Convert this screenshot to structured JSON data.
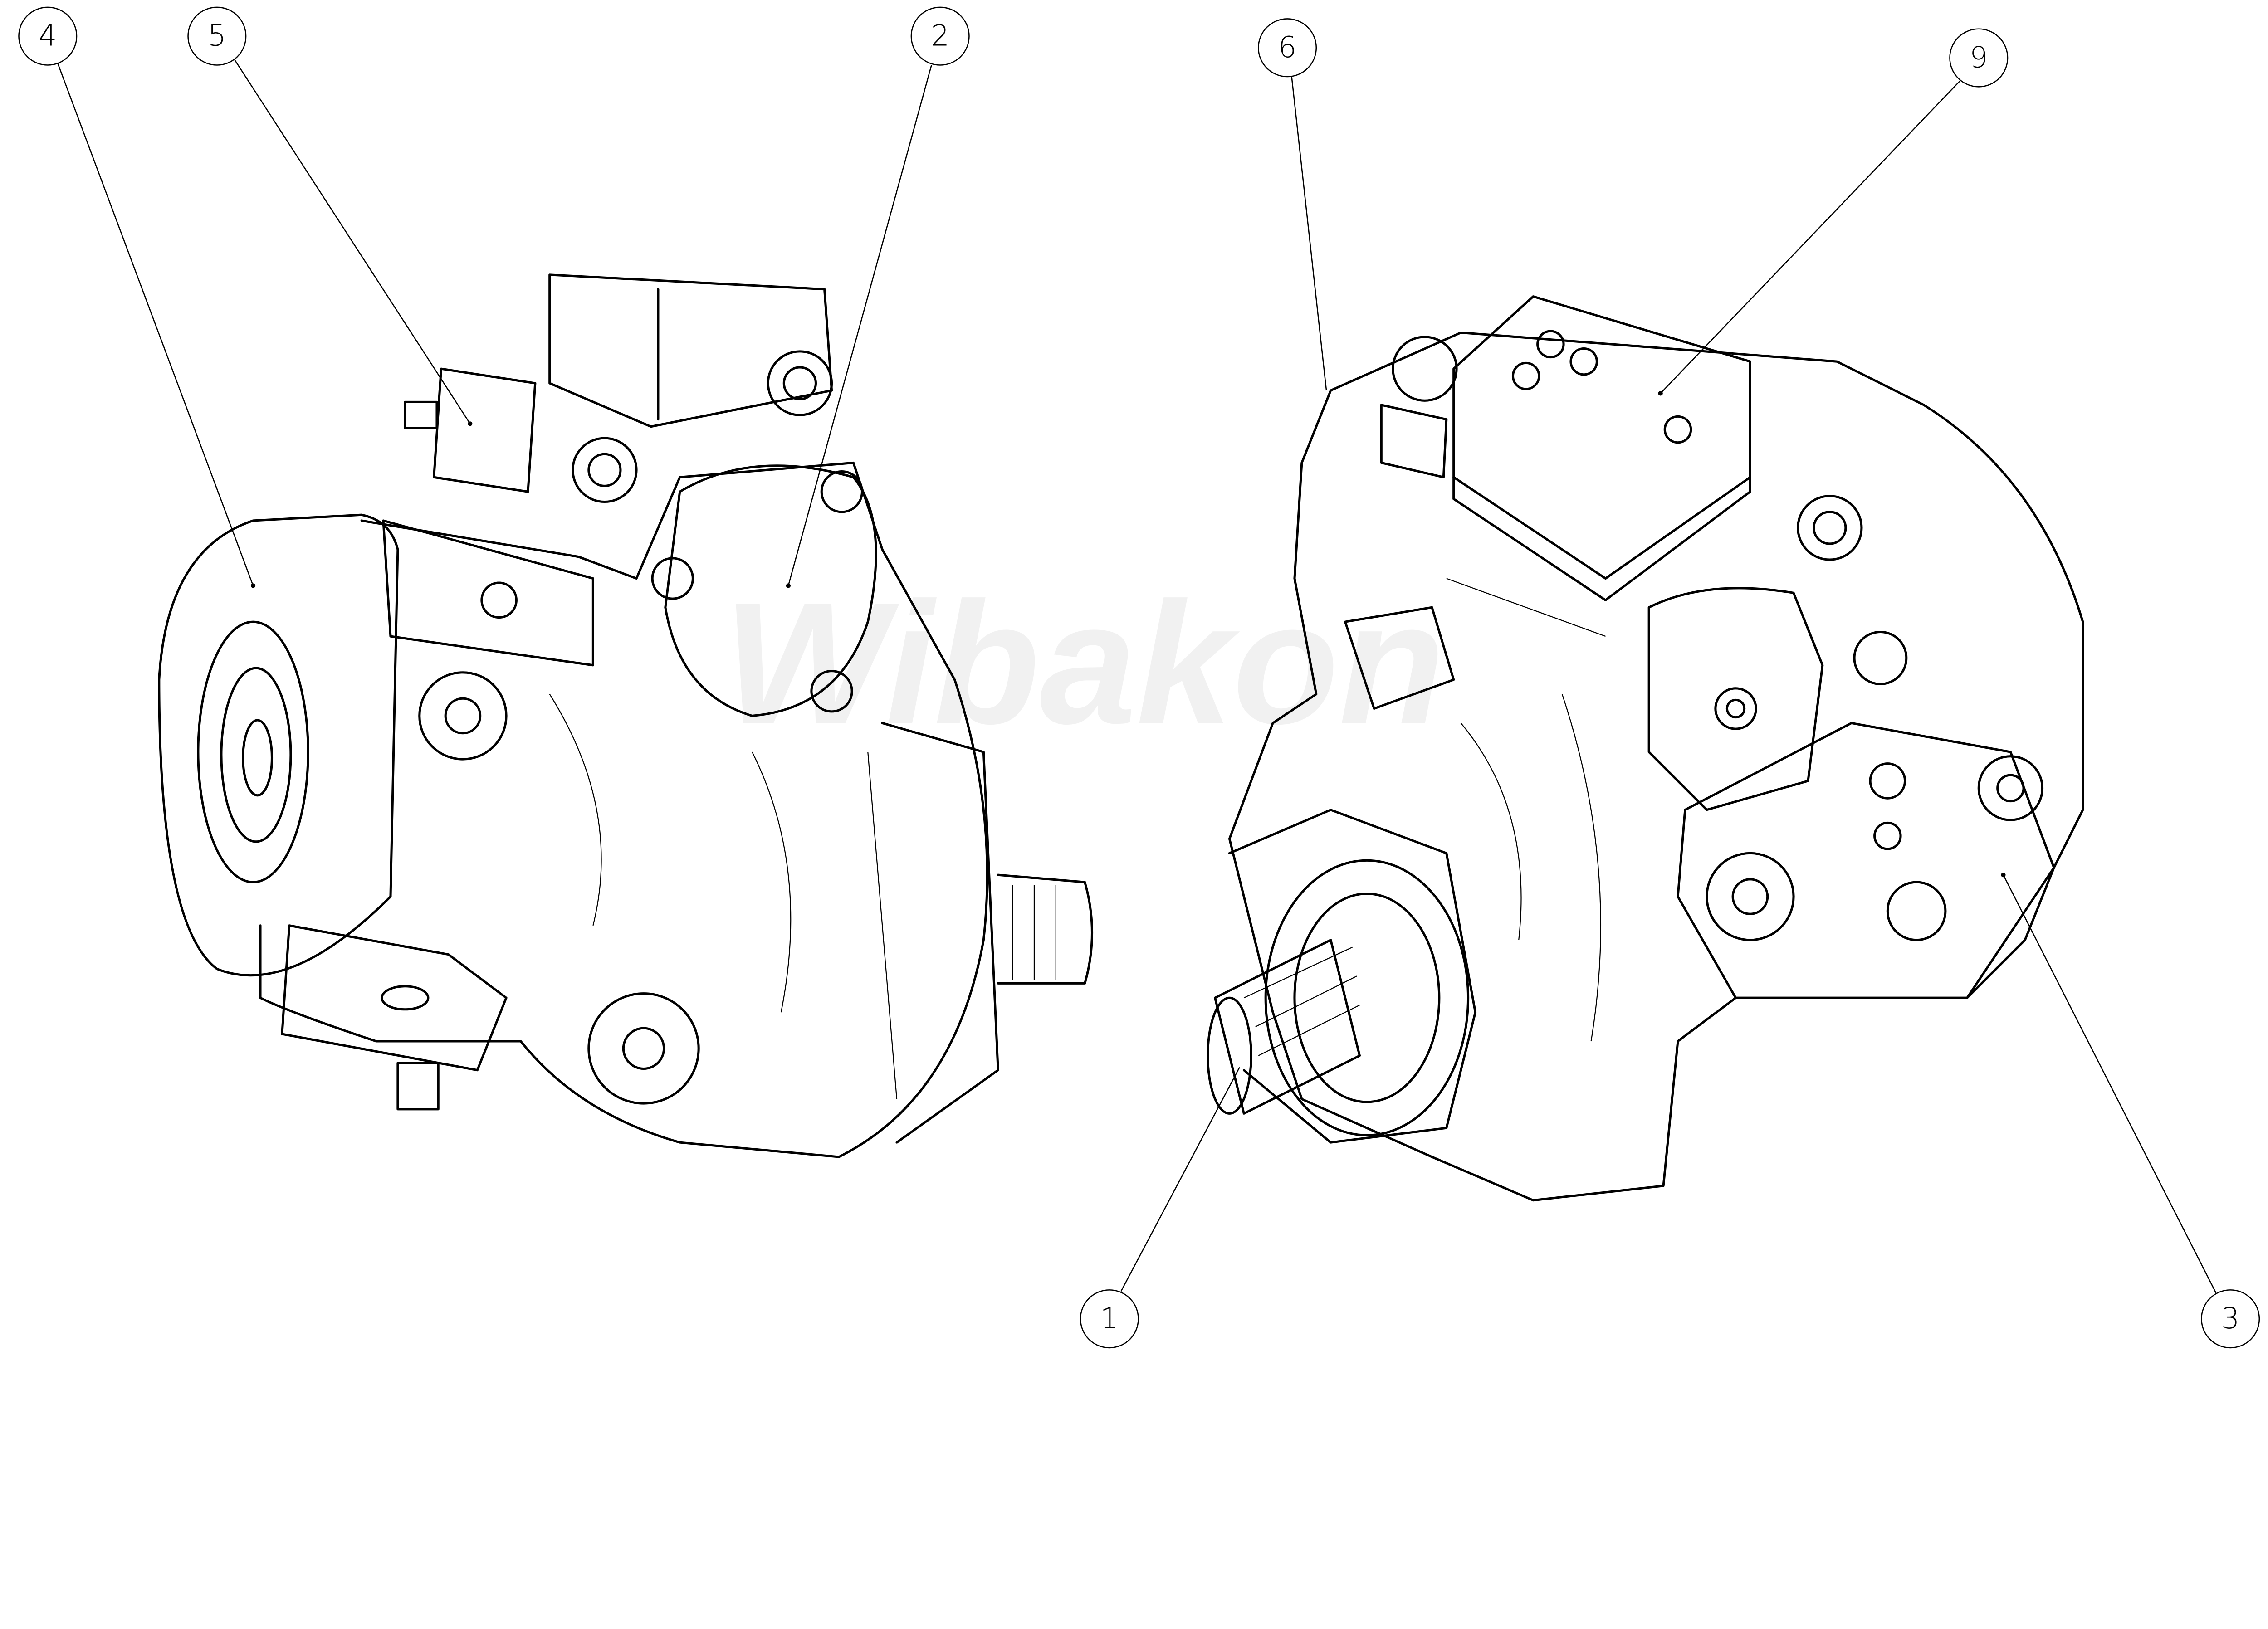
{
  "title": "Axial piston pump exploded views with callouts",
  "watermark": "Wibakon",
  "callouts": [
    {
      "id": "4",
      "label": "4"
    },
    {
      "id": "5",
      "label": "5"
    },
    {
      "id": "2",
      "label": "2"
    },
    {
      "id": "6",
      "label": "6"
    },
    {
      "id": "9",
      "label": "9"
    },
    {
      "id": "1",
      "label": "1"
    },
    {
      "id": "3",
      "label": "3"
    }
  ]
}
